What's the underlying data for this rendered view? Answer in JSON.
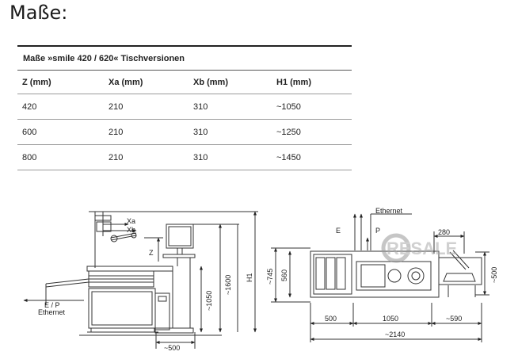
{
  "heading": "Maße:",
  "table": {
    "title": "Maße »smile 420 / 620« Tischversionen",
    "columns": [
      "Z (mm)",
      "Xa (mm)",
      "Xb (mm)",
      "H1 (mm)"
    ],
    "rows": [
      [
        "420",
        "210",
        "310",
        "~1050"
      ],
      [
        "600",
        "210",
        "310",
        "~1250"
      ],
      [
        "800",
        "210",
        "310",
        "~1450"
      ]
    ]
  },
  "side_view": {
    "labels": {
      "xa": "Xa",
      "xb": "Xb",
      "z": "Z",
      "e_p": "E / P",
      "ethernet": "Ethernet",
      "dim_1050": "~1050",
      "dim_1600": "~1600",
      "h1": "H1",
      "dim_500": "~500"
    }
  },
  "top_view": {
    "labels": {
      "ethernet": "Ethernet",
      "e": "E",
      "p": "P",
      "dim_280": "280",
      "dim_745": "~745",
      "dim_560": "560",
      "dim_500_right": "~500",
      "dim_500": "500",
      "dim_1050": "1050",
      "dim_590": "~590",
      "dim_2140": "~2140"
    }
  },
  "watermark": "RESALE"
}
